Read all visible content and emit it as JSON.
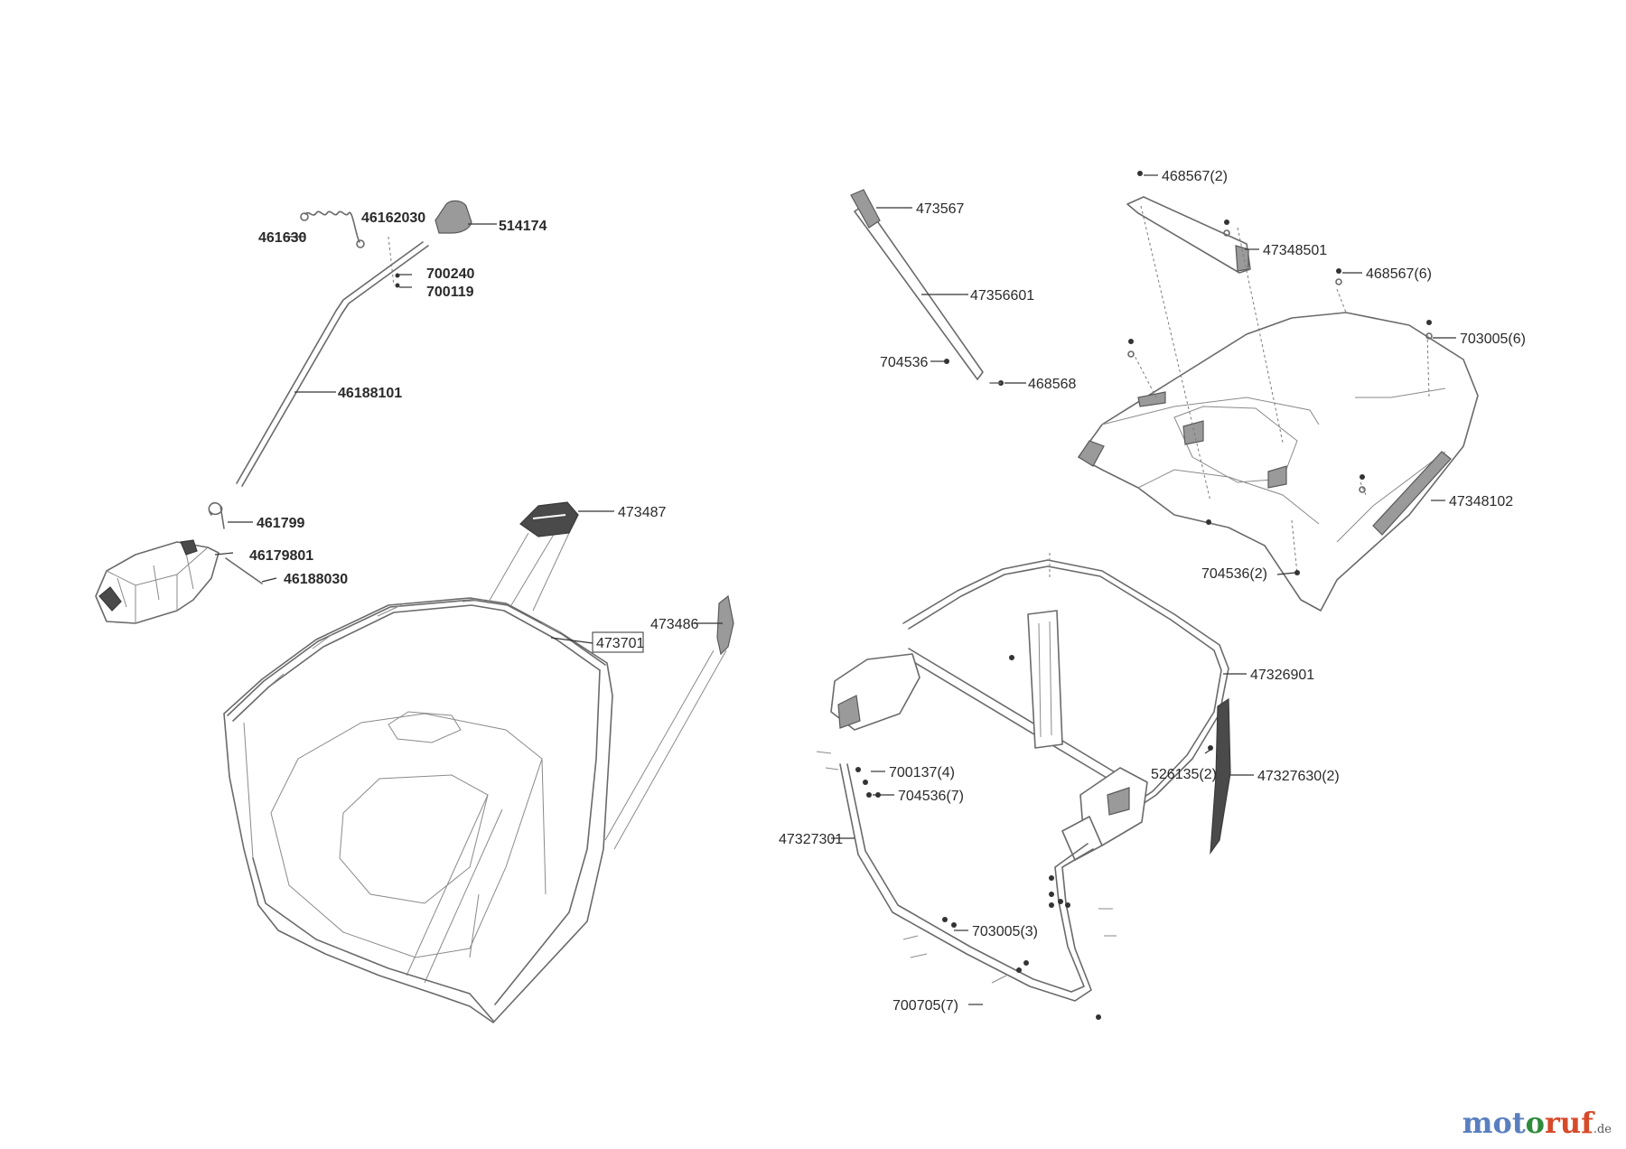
{
  "labels": {
    "l461630": "461630",
    "l46162030": "46162030",
    "l514174": "514174",
    "l700240": "700240",
    "l700119": "700119",
    "l46188101": "46188101",
    "l461799": "461799",
    "l46179801": "46179801",
    "l46188030": "46188030",
    "l473487": "473487",
    "l473701": "473701",
    "l473486": "473486",
    "l473567": "473567",
    "l47356601": "47356601",
    "l704536": "704536",
    "l468568": "468568",
    "l468567_2": "468567(2)",
    "l47348501": "47348501",
    "l468567_6": "468567(6)",
    "l703005_6": "703005(6)",
    "l47348102": "47348102",
    "l704536_2": "704536(2)",
    "l47326901": "47326901",
    "l526135_2": "526135(2)",
    "l47327630_2": "47327630(2)",
    "l700137_4": "700137(4)",
    "l704536_7": "704536(7)",
    "l47327301": "47327301",
    "l703005_3": "703005(3)",
    "l700705_7": "700705(7)"
  },
  "brand": {
    "a": "mot",
    "b": "o",
    "c": "ruf",
    "tld": ".de"
  }
}
